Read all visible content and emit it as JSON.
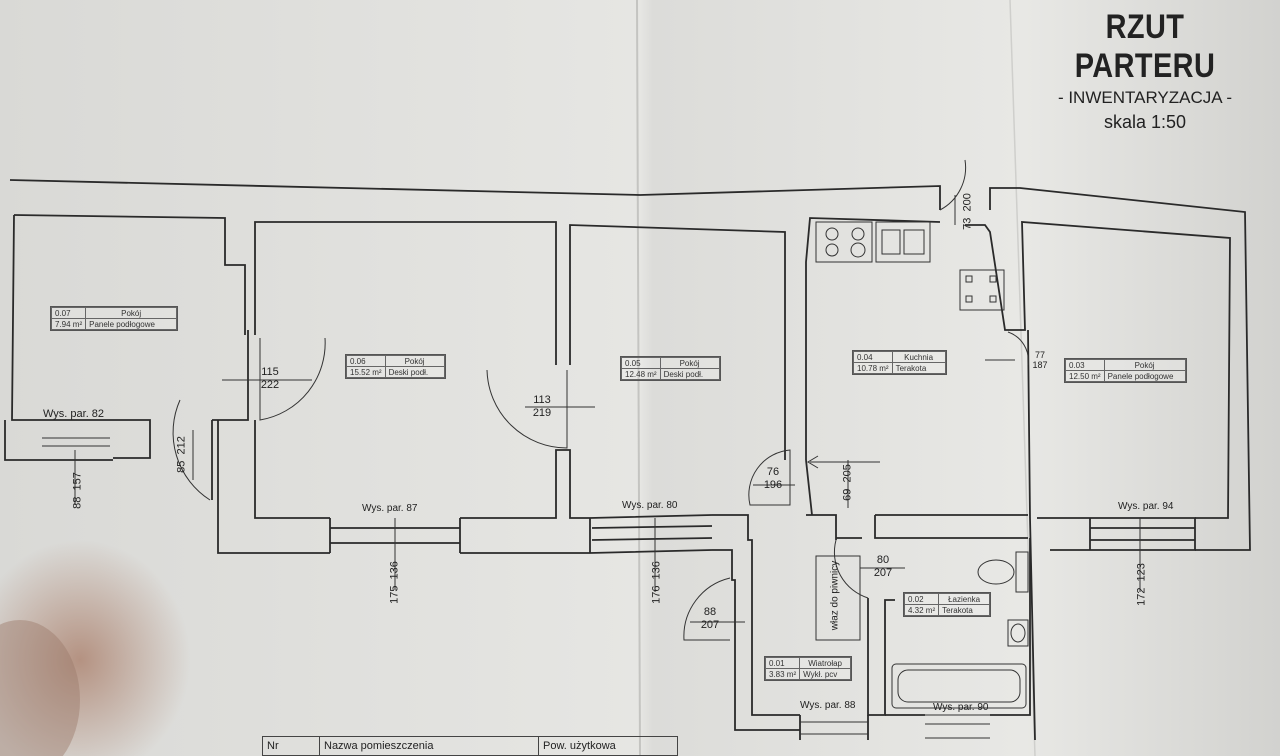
{
  "title": {
    "main": "RZUT PARTERU",
    "sub": "- INWENTARYZACJA -",
    "scale": "skala 1:50"
  },
  "rooms": [
    {
      "nr": "0.07",
      "name": "Pokój",
      "area": "7.94 m²",
      "floor": "Panele podłogowe"
    },
    {
      "nr": "0.06",
      "name": "Pokój",
      "area": "15.52 m²",
      "floor": "Deski podł."
    },
    {
      "nr": "0.05",
      "name": "Pokój",
      "area": "12.48 m²",
      "floor": "Deski podł."
    },
    {
      "nr": "0.04",
      "name": "Kuchnia",
      "area": "10.78 m²",
      "floor": "Terakota"
    },
    {
      "nr": "0.03",
      "name": "Pokój",
      "area": "12.50 m²",
      "floor": "Panele podłogowe"
    },
    {
      "nr": "0.02",
      "name": "Łazienka",
      "area": "4.32 m²",
      "floor": "Terakota"
    },
    {
      "nr": "0.01",
      "name": "Wiatrołap",
      "area": "3.83 m²",
      "floor": "Wykł. pcv"
    }
  ],
  "sill_heights": [
    "Wys. par. 82",
    "Wys. par. 87",
    "Wys. par. 80",
    "Wys. par. 94",
    "Wys. par. 88",
    "Wys. par. 90"
  ],
  "dims": {
    "d1": [
      "115",
      "222"
    ],
    "d2": [
      "113",
      "219"
    ],
    "d3": [
      "85",
      "212"
    ],
    "d4": [
      "88",
      "157"
    ],
    "d5": [
      "175",
      "136"
    ],
    "d6": [
      "176",
      "136"
    ],
    "d7": [
      "172",
      "123"
    ],
    "d8": [
      "76",
      "196"
    ],
    "d9": [
      "69",
      "205"
    ],
    "d10": [
      "80",
      "207"
    ],
    "d11": [
      "88",
      "207"
    ],
    "d12": [
      "73",
      "200"
    ],
    "d13": [
      "77",
      "187"
    ]
  },
  "stair_label": "właz do piwnicy",
  "legend": {
    "nr": "Nr",
    "name": "Nazwa pomieszczenia",
    "area": "Pow. użytkowa"
  }
}
